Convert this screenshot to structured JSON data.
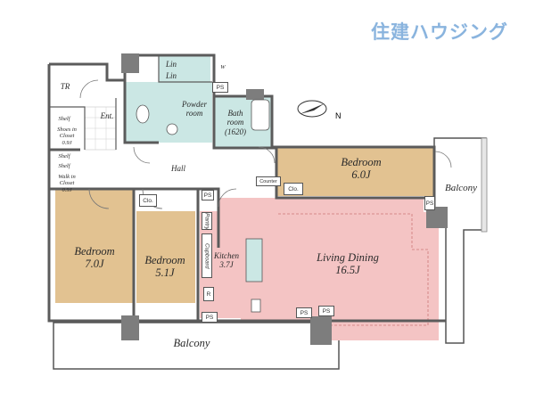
{
  "brand": {
    "text": "住建ハウジング",
    "color": "#8ab4de"
  },
  "colors": {
    "wall": "#5b5b5b",
    "bedroom": "#e2c291",
    "living": "#f4c4c4",
    "wet": "#cbe7e4",
    "hall": "#ffffff",
    "pillar": "#7d7d7d"
  },
  "rooms": {
    "bedroom_right": {
      "name": "Bedroom",
      "size": "6.0J"
    },
    "bedroom_left": {
      "name": "Bedroom",
      "size": "7.0J"
    },
    "bedroom_mid": {
      "name": "Bedroom",
      "size": "5.1J"
    },
    "living": {
      "name": "Living Dining",
      "size": "16.5J"
    },
    "kitchen": {
      "name": "Kitchen",
      "size": "3.7J"
    },
    "bath": {
      "name": "Bath room",
      "size": "(1620)"
    },
    "powder": "Powder room",
    "hall": "Hall",
    "entrance": "Ent.",
    "balcony_bottom": "Balcony",
    "balcony_right": "Balcony",
    "lin1": "Lin",
    "lin2": "Lin",
    "washer": "W",
    "tr": "TR",
    "shoes_closet": {
      "name": "Shoes in Closet",
      "size": "0.9J"
    },
    "walkin_closet": {
      "name": "Walk in Closet",
      "size": "0.9J"
    },
    "shelf": "Shelf",
    "clo_left": "Clo.",
    "clo_right": "Clo.",
    "counter": "Counter",
    "pantry": "Pantry",
    "cupboard": "Cupboard",
    "fridge": "R"
  },
  "ps_label": "PS",
  "compass_label": "N"
}
